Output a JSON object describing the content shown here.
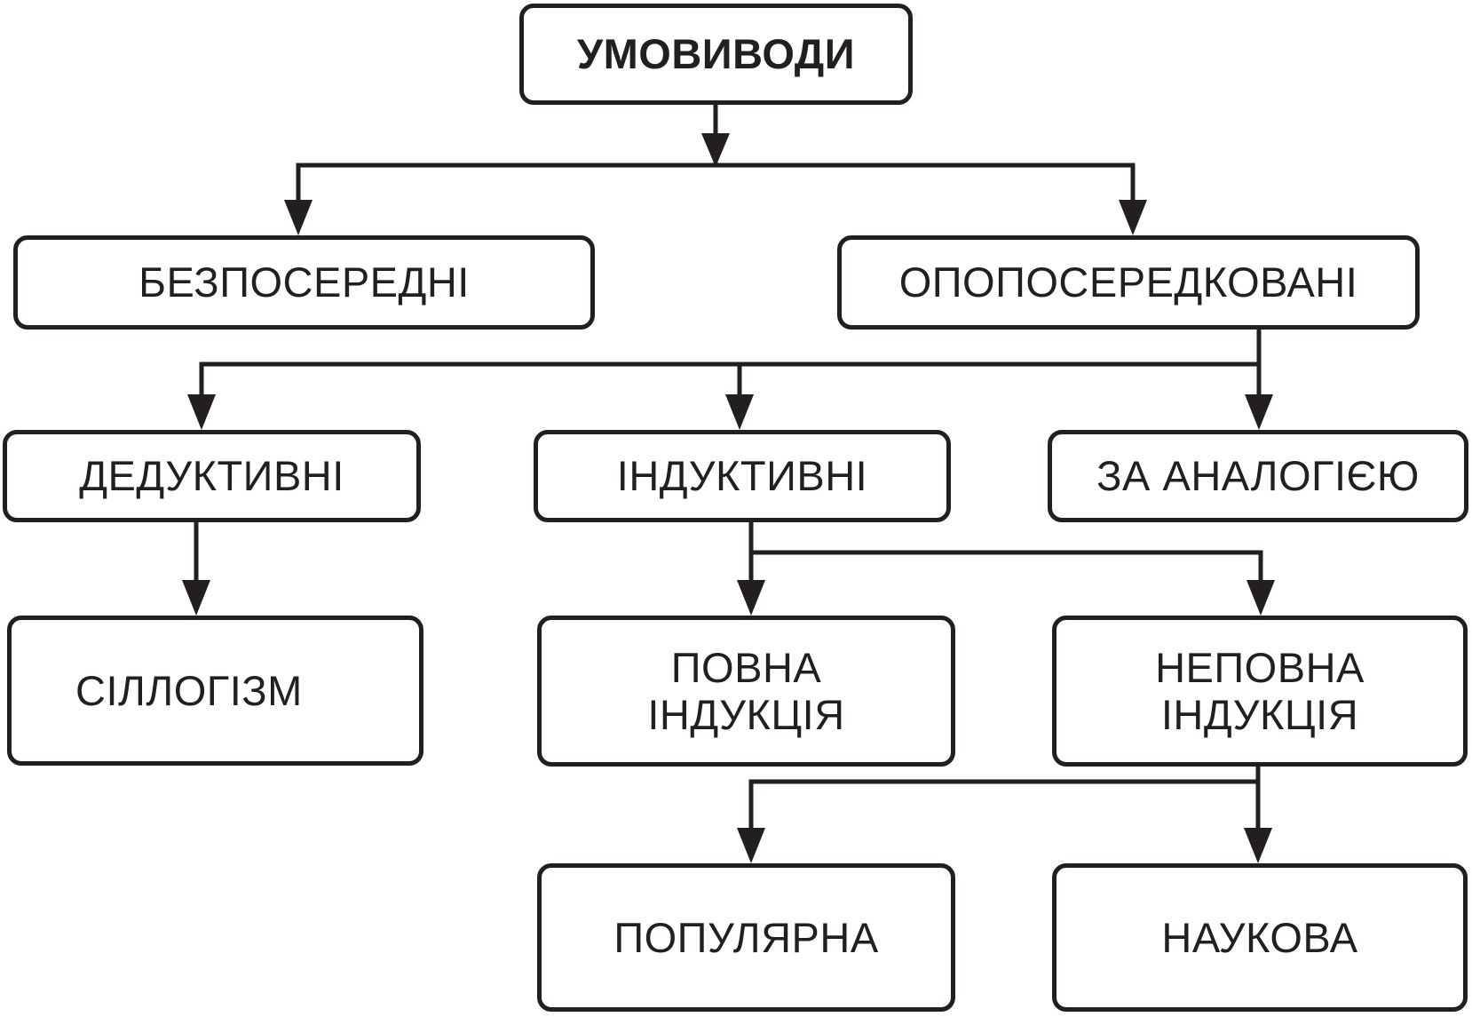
{
  "diagram": {
    "root": {
      "label": "УМОВИВОДИ"
    },
    "direct": {
      "label": "БЕЗПОСЕРЕДНІ"
    },
    "mediated": {
      "label": "ОПОПОСЕРЕДКОВАНІ"
    },
    "deductive": {
      "label": "ДЕДУКТИВНІ"
    },
    "inductive": {
      "label": "ІНДУКТИВНІ"
    },
    "analogy": {
      "label": "ЗА АНАЛОГІЄЮ"
    },
    "syllogism": {
      "label": "СІЛЛОГІЗМ"
    },
    "full_induction": {
      "line1": "ПОВНА",
      "line2": "ІНДУКЦІЯ"
    },
    "partial_induction": {
      "line1": "НЕПОВНА",
      "line2": "ІНДУКЦІЯ"
    },
    "popular": {
      "label": "ПОПУЛЯРНА"
    },
    "scientific": {
      "label": "НАУКОВА"
    }
  },
  "colors": {
    "stroke": "#231f20",
    "background": "#ffffff"
  }
}
